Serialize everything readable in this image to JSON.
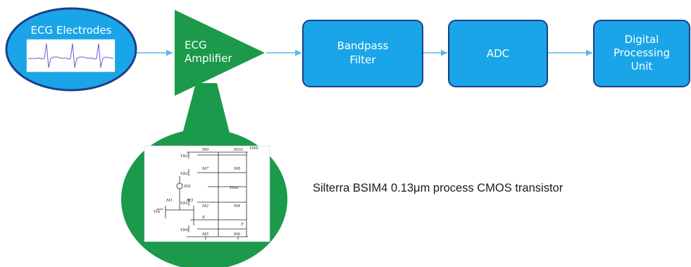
{
  "blocks": {
    "electrodes": {
      "label": "ECG Electrodes"
    },
    "amplifier": {
      "line1": "ECG",
      "line2": "Amplifier"
    },
    "bandpass": {
      "line1": "Bandpass",
      "line2": "Filter"
    },
    "adc": {
      "label": "ADC"
    },
    "dsp": {
      "line1": "Digital",
      "line2": "Processing",
      "line3": "Unit"
    }
  },
  "schematic": {
    "labels": [
      "VDD",
      "Vb2",
      "Vb2",
      "Vb1",
      "Vb4",
      "Vout",
      "ISS",
      "Vin",
      "M9",
      "M10",
      "M7",
      "M8",
      "M1",
      "M2",
      "M3",
      "M4",
      "M5",
      "M6",
      "X",
      "Y"
    ]
  },
  "note": "Silterra BSIM4 0.13μm process CMOS transistor",
  "colors": {
    "block_fill": "#19a5e8",
    "block_border": "#1c3f8a",
    "oval_fill": "#19a5e8",
    "oval_border": "#1c3f8a",
    "amp_fill": "#1a9a4a",
    "arrow": "#5bb7e6"
  }
}
